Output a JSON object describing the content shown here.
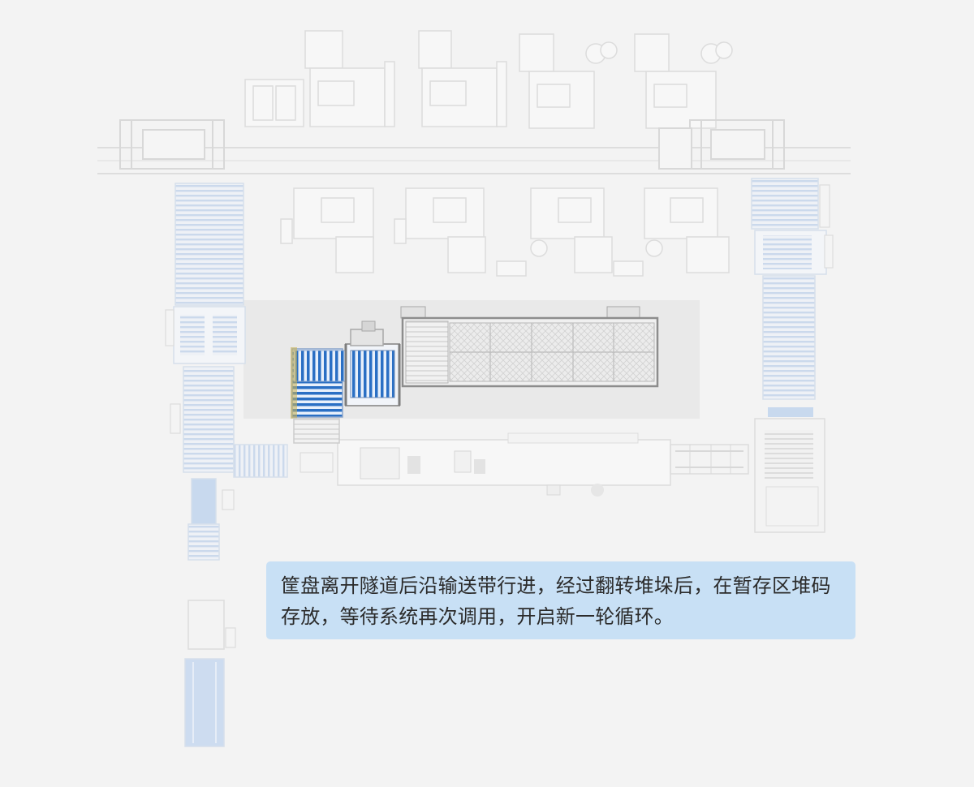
{
  "caption": {
    "text": "筐盘离开隧道后沿输送带行进，经过翻转堆垛后，在暂存区堆码存放，等待系统再次调用，开启新一轮循环。"
  },
  "colors": {
    "background": "#f3f3f3",
    "caption_bg": "#c4def5",
    "caption_text": "#2b2b2b",
    "highlight_blue": "#2a6fc4",
    "faded_blue": "#c8d9ee",
    "faded_line": "#d9d9d9"
  },
  "icons": {
    "machines": "washer-unit-outline",
    "conveyors": "roller-conveyor",
    "stacker": "flip-stacker",
    "buffer": "buffer-storage-grid"
  }
}
